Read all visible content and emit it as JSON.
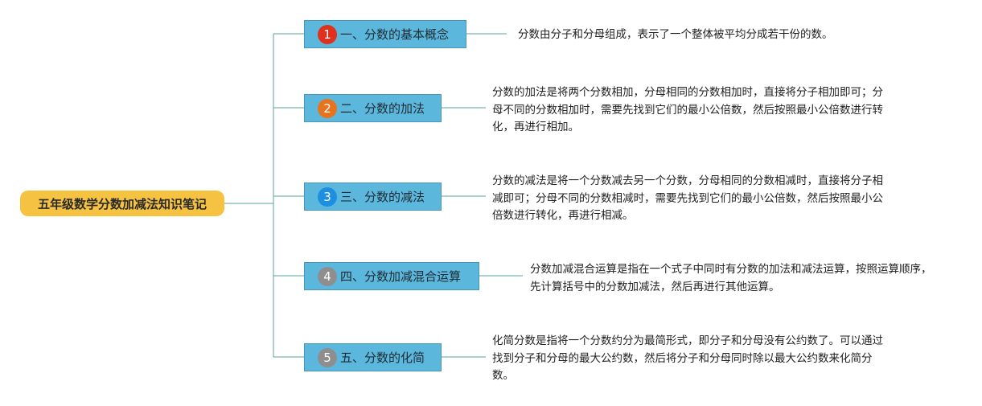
{
  "root": {
    "label": "五年级数学分数加减法知识笔记",
    "color": "#f5c242"
  },
  "branches": [
    {
      "number": "1",
      "label": "一、分数的基本概念",
      "badge_color": "#e0301e",
      "note": "分数由分子和分母组成，表示了一个整体被平均分成若干份的数。"
    },
    {
      "number": "2",
      "label": "二、分数的加法",
      "badge_color": "#e8731e",
      "note": "分数的加法是将两个分数相加，分母相同的分数相加时，直接将分子相加即可；分母不同的分数相加时，需要先找到它们的最小公倍数，然后按照最小公倍数进行转化，再进行相加。"
    },
    {
      "number": "3",
      "label": "三、分数的减法",
      "badge_color": "#1e8fe0",
      "note": "分数的减法是将一个分数减去另一个分数，分母相同的分数相减时，直接将分子相减即可；分母不同的分数相减时，需要先找到它们的最小公倍数，然后按照最小公倍数进行转化，再进行相减。"
    },
    {
      "number": "4",
      "label": "四、分数加减混合运算",
      "badge_color": "#8e8e8e",
      "note": "分数加减混合运算是指在一个式子中同时有分数的加法和减法运算，按照运算顺序，先计算括号中的分数加减法，然后再进行其他运算。"
    },
    {
      "number": "5",
      "label": "五、分数的化简",
      "badge_color": "#8e8e8e",
      "note": "化简分数是指将一个分数约分为最简形式，即分子和分母没有公约数了。可以通过找到分子和分母的最大公约数，然后将分子和分母同时除以最大公约数来化简分数。"
    }
  ],
  "colors": {
    "branch_fill": "#5bb8dc",
    "line": "#5a9fa0"
  }
}
